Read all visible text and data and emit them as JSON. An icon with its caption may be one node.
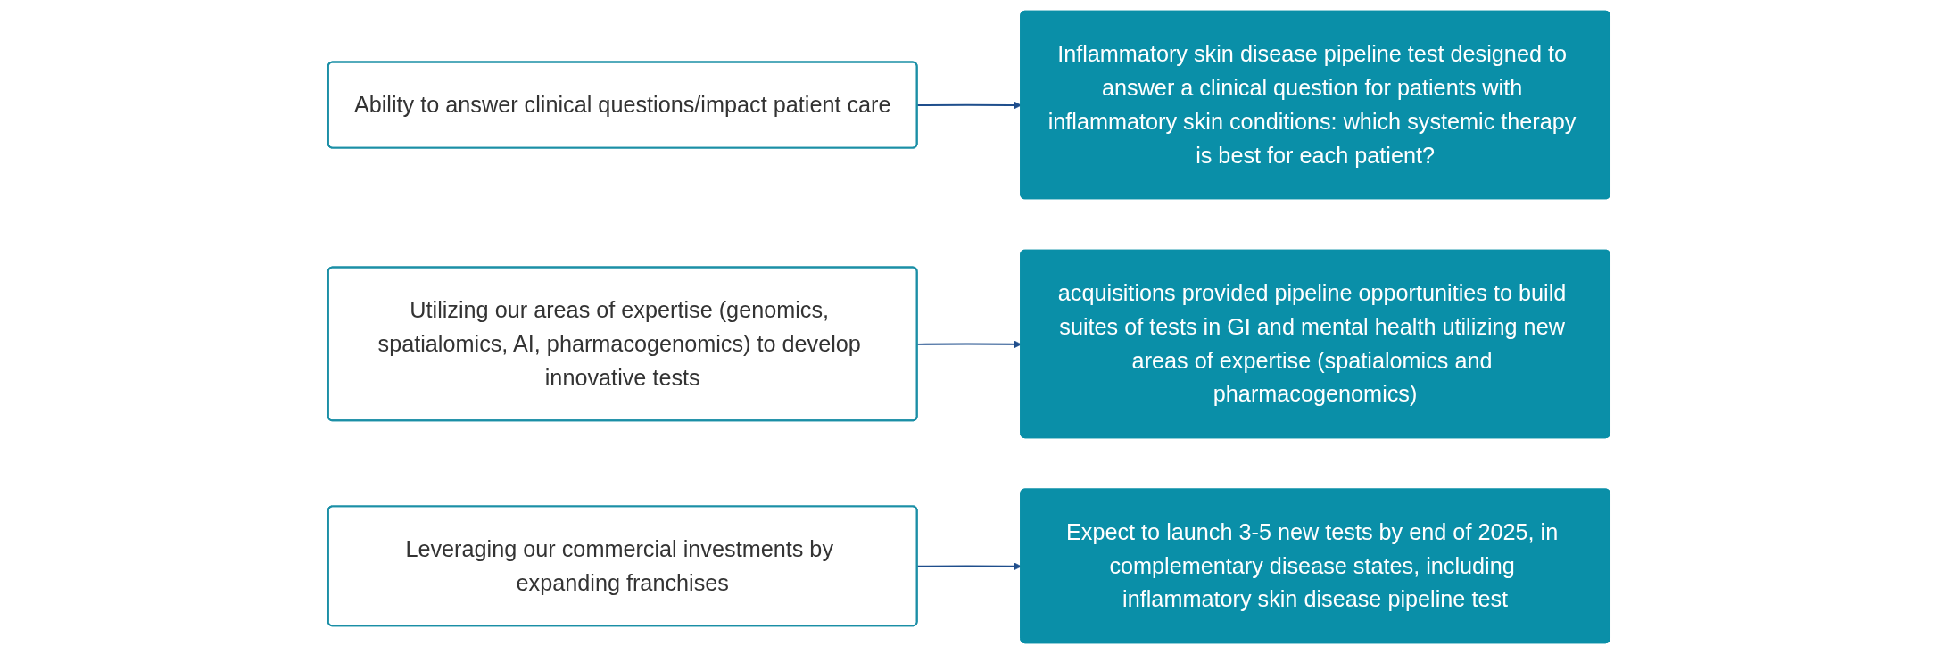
{
  "diagram": {
    "nodes": [
      {
        "text": [
          "Ability to answer clinical questions/impact patient care"
        ]
      },
      {
        "text": [
          "Inflammatory skin disease pipeline test designed to answer a clinical question for patients with inflammatory skin conditions: which systemic therapy is best for each patient?"
        ]
      },
      {
        "text": [
          "Utilizing our areas of expertise (genomics, spatialomics, AI, pharmacogenomics) to develop innovative tests"
        ]
      },
      {
        "text": [
          "acquisitions provided pipeline opportunities to build suites of tests in GI and mental health utilizing new areas of expertise (spatialomics and pharmacogenomics)"
        ]
      },
      {
        "text": [
          "Leveraging our commercial investments by expanding franchises"
        ]
      },
      {
        "text": [
          "Expect to launch 3-5 new tests by end of 2025, in complementary disease states, including inflammatory skin disease pipeline test"
        ]
      }
    ],
    "edges": [
      {
        "from": 0,
        "to": 1,
        "arrow": "to"
      },
      {
        "from": 2,
        "to": 3,
        "arrow": "to"
      },
      {
        "from": 4,
        "to": 5,
        "arrow": "to"
      }
    ]
  }
}
